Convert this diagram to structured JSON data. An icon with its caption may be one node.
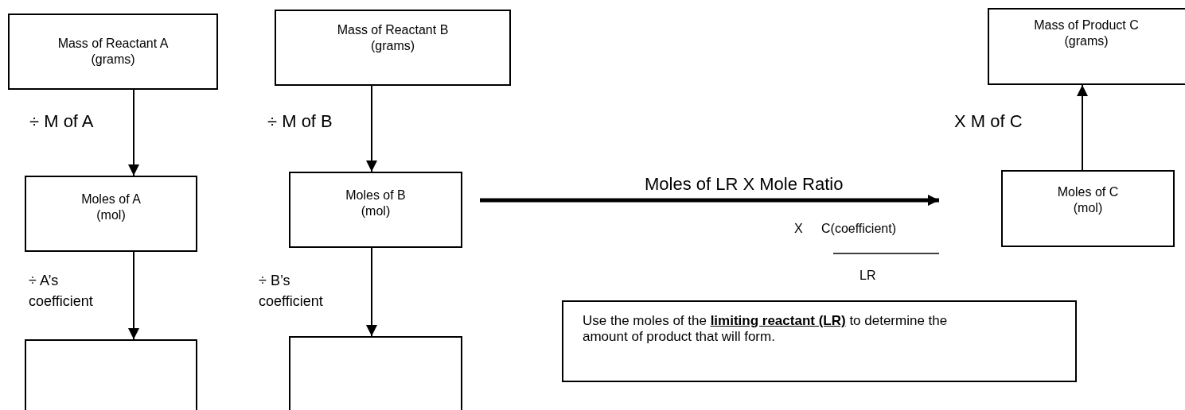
{
  "diagram": {
    "nodes": [
      {
        "text": [
          "Mass of Reactant A (grams)"
        ]
      },
      {
        "text": [
          "Mass of Reactant B (grams)"
        ]
      },
      {
        "text": [
          "Mass of Product C (grams)"
        ]
      },
      {
        "text": [
          "Moles of A (mol)"
        ]
      },
      {
        "text": [
          "Moles of B (mol)"
        ]
      },
      {
        "text": [
          "Moles of C (mol)"
        ]
      },
      {
        "text": [
          "Use the moles of the **limiting reactant (LR)** to determine the amount of product that will form."
        ]
      },
      {
        "text": [],
        "shape": "box"
      },
      {
        "text": [],
        "shape": "box"
      }
    ],
    "edges": [
      {
        "from": 0,
        "to": 3,
        "arrow": "to",
        "label": "÷ M of A"
      },
      {
        "from": 1,
        "to": 4,
        "arrow": "to",
        "label": "÷ M of B"
      },
      {
        "from": 5,
        "to": 2,
        "arrow": "to",
        "label": "X M of C"
      },
      {
        "from": 4,
        "to": 5,
        "arrow": "to",
        "label": "Moles of LR X Mole Ratio",
        "style": "thick"
      },
      {
        "from": 3,
        "to": 7,
        "arrow": "to",
        "label": "÷  A’s coefficient"
      },
      {
        "from": 4,
        "to": 8,
        "arrow": "to",
        "label": "÷  B’s coefficient"
      }
    ],
    "labels": [
      "X",
      "C(coefficient)",
      "LR"
    ]
  }
}
